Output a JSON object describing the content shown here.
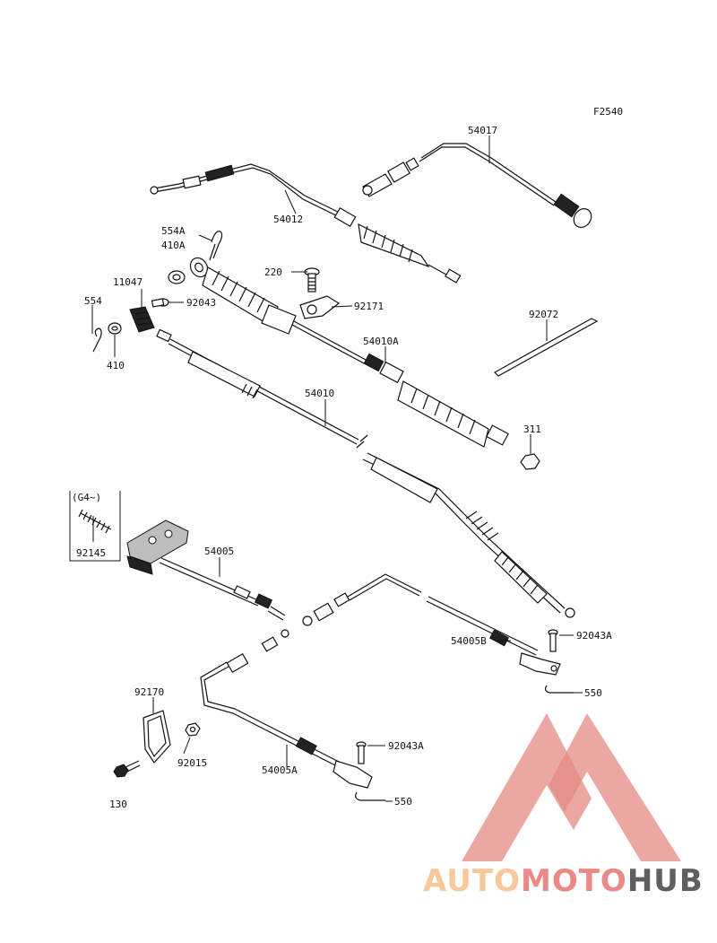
{
  "diagram": {
    "code": "F2540",
    "labels": {
      "p54017": "54017",
      "p54012": "54012",
      "p554A": "554A",
      "p410A": "410A",
      "p220": "220",
      "p92171": "92171",
      "p11047": "11047",
      "p92043": "92043",
      "p554": "554",
      "p410": "410",
      "p92072": "92072",
      "p54010A": "54010A",
      "p54010": "54010",
      "p311": "311",
      "pG4": "(G4~)",
      "p92145": "92145",
      "p54005": "54005",
      "p92043A_1": "92043A",
      "p54005B": "54005B",
      "p550_1": "550",
      "p92170": "92170",
      "p92015": "92015",
      "p92043A_2": "92043A",
      "p54005A": "54005A",
      "p550_2": "550",
      "p130": "130"
    }
  },
  "watermark": {
    "part1": "AUTO",
    "part2": "MOTO",
    "part3": "HUB",
    "color_light": "#f6c89a",
    "color_mid": "#e98a87",
    "color_dark": "#5f5f5f",
    "logo_color": "#e0776f"
  }
}
